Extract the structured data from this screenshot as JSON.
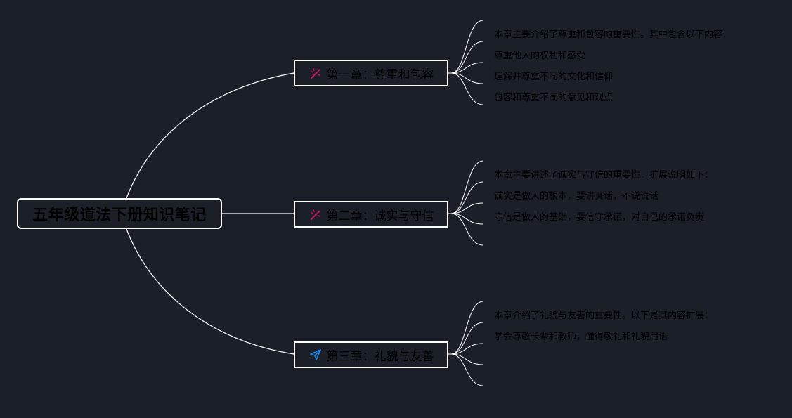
{
  "root": {
    "title": "五年级道法下册知识笔记"
  },
  "chapters": [
    {
      "title": "第一章：尊重和包容",
      "icon": "magic-wand-icon",
      "icon_color": "#c2185b",
      "notes": [
        "本章主要介绍了尊重和包容的重要性。其中包含以下内容：",
        "尊重他人的权利和感受",
        "理解并尊重不同的文化和信仰",
        "包容和尊重不同的意见和观点",
        ""
      ]
    },
    {
      "title": "第二章：诚实与守信",
      "icon": "magic-wand-icon",
      "icon_color": "#c2185b",
      "notes": [
        "本章主要讲述了诚实与守信的重要性。扩展说明如下：",
        "诚实是做人的根本，要讲真话，不说谎话",
        "守信是做人的基础，要信守承诺，对自己的承诺负责",
        "",
        ""
      ]
    },
    {
      "title": "第三章：礼貌与友善",
      "icon": "paper-plane-icon",
      "icon_color": "#1e88e5",
      "notes": [
        "本章介绍了礼貌与友善的重要性。以下是其内容扩展：",
        "学会尊敬长辈和教师，懂得敬礼和礼貌用语",
        "",
        "",
        ""
      ]
    }
  ],
  "colors": {
    "background": "#1b1f28",
    "line": "#ffffff",
    "text": "#000000"
  }
}
